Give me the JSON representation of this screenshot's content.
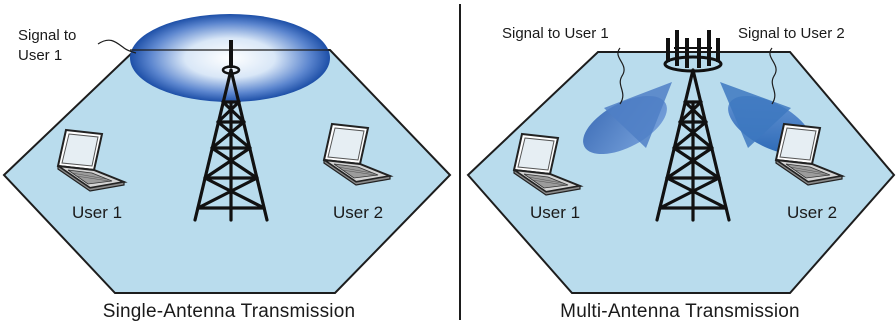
{
  "colors": {
    "cell_fill": "#b9dced",
    "cell_stroke": "#1d1d1d",
    "beam_light": "#6b98d6",
    "beam_dark": "#2f6fb8",
    "broadcast_center": "#ffffff",
    "broadcast_edge": "#1d4fa7",
    "tower": "#111111"
  },
  "left_panel": {
    "annotation_line1": "Signal to",
    "annotation_line2": "User 1",
    "user1": "User 1",
    "user2": "User 2",
    "caption": "Single-Antenna Transmission",
    "icons": [
      "laptop-icon",
      "laptop-icon",
      "broadcast-tower-icon"
    ]
  },
  "right_panel": {
    "annotation_user1": "Signal to User 1",
    "annotation_user2": "Signal  to User 2",
    "user1": "User 1",
    "user2": "User 2",
    "caption": "Multi-Antenna Transmission",
    "icons": [
      "laptop-icon",
      "laptop-icon",
      "multi-antenna-tower-icon"
    ]
  }
}
